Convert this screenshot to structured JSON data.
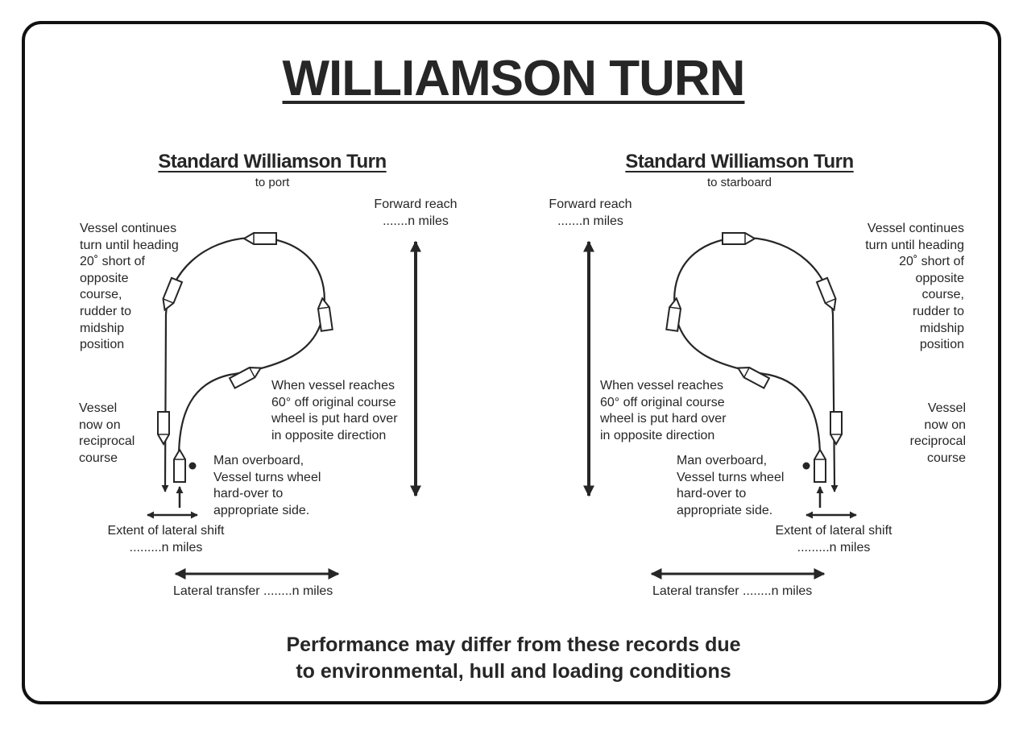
{
  "title": "WILLIAMSON TURN",
  "port_diagram": {
    "heading": "Standard Williamson Turn",
    "subheading": "to port",
    "forward_reach": "Forward reach\n.......n miles",
    "step_continue": "Vessel continues\nturn until heading\n20˚ short of\nopposite\ncourse,\nrudder to\nmidship\nposition",
    "step_reciprocal": "Vessel\nnow on\nreciprocal\ncourse",
    "step_sixty": "When vessel reaches\n60° off original course\nwheel is put hard over\nin opposite direction",
    "step_overboard": "Man overboard,\nVessel turns wheel\nhard-over to\nappropriate side.",
    "lateral_shift": "Extent of lateral shift\n.........n miles",
    "lateral_transfer": "Lateral transfer ........n miles"
  },
  "starboard_diagram": {
    "heading": "Standard Williamson Turn",
    "subheading": "to starboard",
    "forward_reach": "Forward reach\n.......n miles",
    "step_continue": "Vessel continues\nturn until heading\n20˚ short of\nopposite\ncourse,\nrudder to\nmidship\nposition",
    "step_reciprocal": "Vessel\nnow on\nreciprocal\ncourse",
    "step_sixty": "When vessel reaches\n60° off original course\nwheel is put hard over\nin opposite direction",
    "step_overboard": "Man overboard,\nVessel turns wheel\nhard-over to\nappropriate side.",
    "lateral_shift": "Extent of lateral shift\n.........n miles",
    "lateral_transfer": "Lateral transfer ........n miles"
  },
  "footer": "Performance may differ from these records due\nto environmental, hull and loading conditions",
  "colors": {
    "ink": "#262626",
    "frame": "#111111",
    "background": "#ffffff"
  }
}
